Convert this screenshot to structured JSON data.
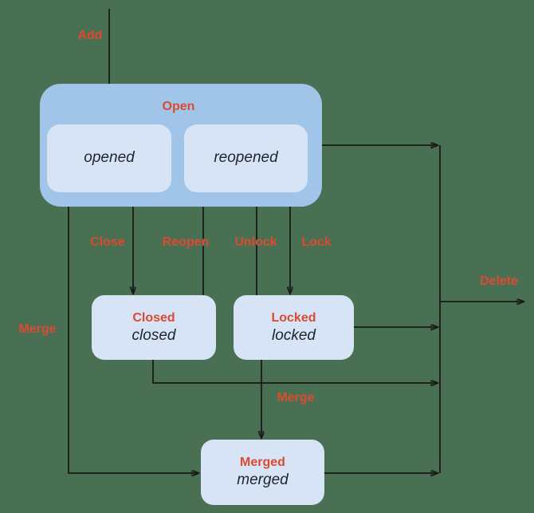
{
  "colors": {
    "background": "#4A7053",
    "group_fill": "#A0C5E8",
    "state_fill": "#D6E4F6",
    "label_red": "#DC4A31",
    "line": "#1A1A1A"
  },
  "group": {
    "title": "Open"
  },
  "states": {
    "opened": {
      "name": "opened"
    },
    "reopened": {
      "name": "reopened"
    },
    "closed": {
      "title": "Closed",
      "name": "closed"
    },
    "locked": {
      "title": "Locked",
      "name": "locked"
    },
    "merged": {
      "title": "Merged",
      "name": "merged"
    }
  },
  "transitions": {
    "add": "Add",
    "close": "Close",
    "reopen": "Reopen",
    "unlock": "Unlock",
    "lock": "Lock",
    "merge_left": "Merge",
    "merge_bottom": "Merge",
    "delete": "Delete"
  }
}
